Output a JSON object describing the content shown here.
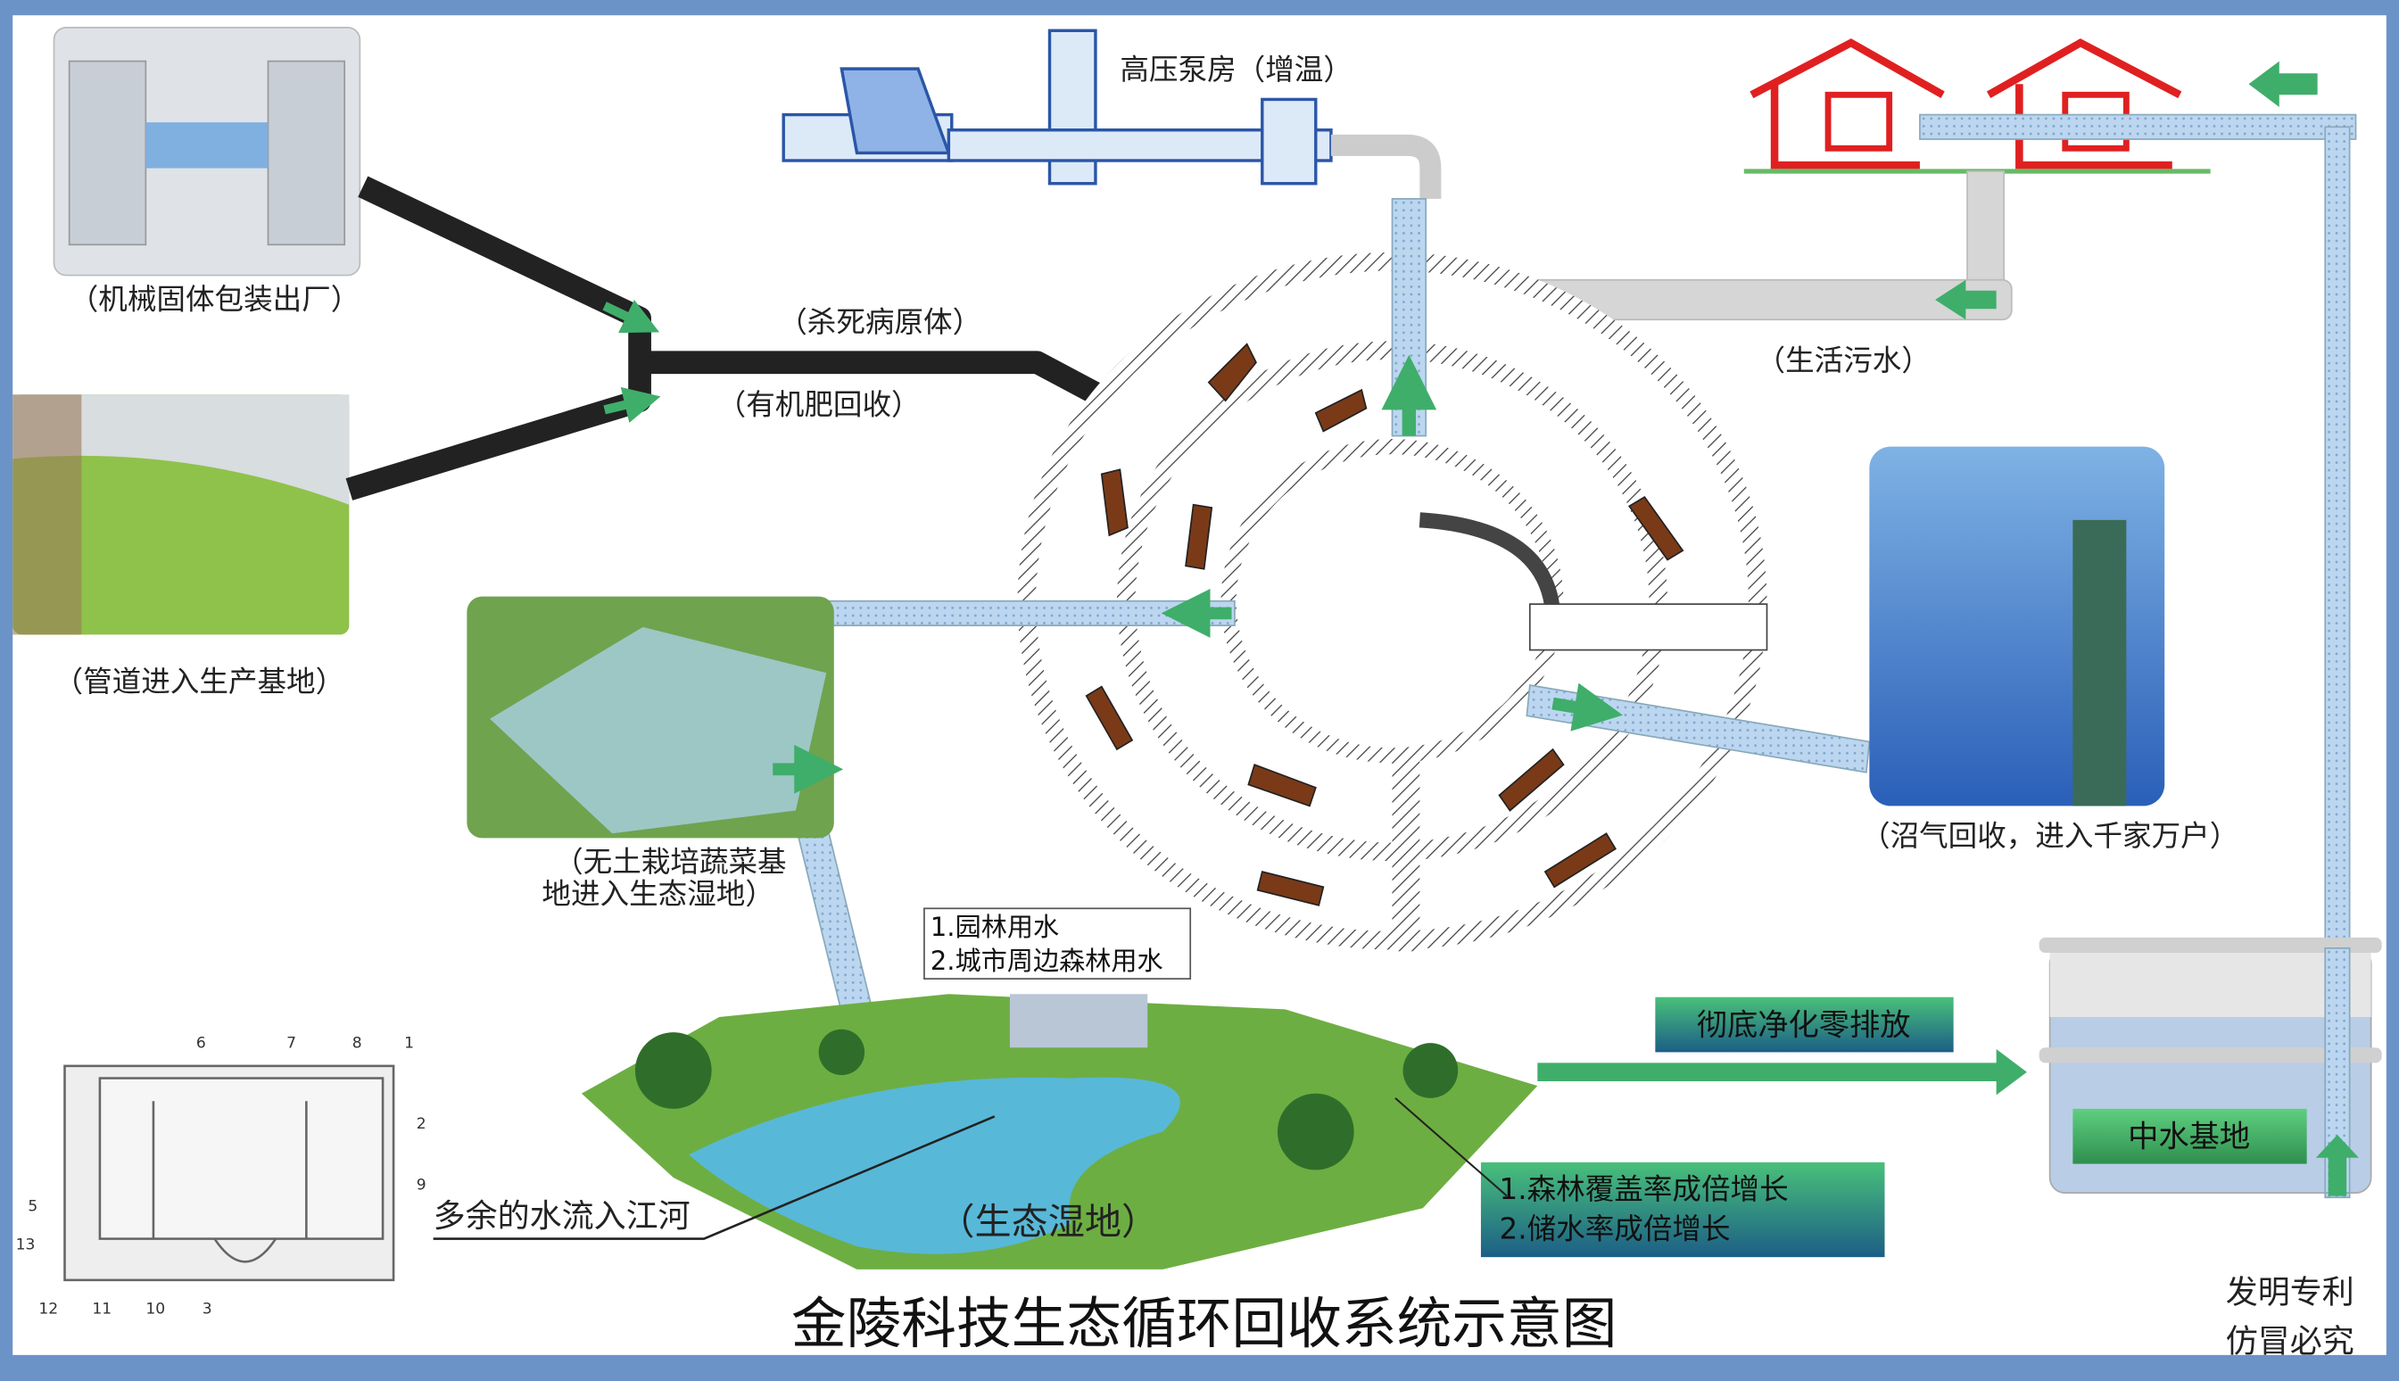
{
  "title": "金陵科技生态循环回收系统示意图",
  "watermark": [
    "发明专利",
    "仿冒必究"
  ],
  "labels": {
    "packaging": "（机械固体包装出厂）",
    "greenhouse": "（管道进入生产基地）",
    "kill_pathogen": "（杀死病原体）",
    "organic_fertilizer": "（有机肥回收）",
    "pump_house": "高压泵房（增温）",
    "domestic_sewage": "（生活污水）",
    "soilless_line1": "（无土栽培蔬菜基",
    "soilless_line2": "地进入生态湿地）",
    "biogas": "（沼气回收，进入千家万户）",
    "wetland": "（生态湿地）",
    "excess_water": "多余的水流入江河"
  },
  "uses_box": [
    "1.园林用水",
    "2.城市周边森林用水"
  ],
  "zero_discharge": "彻底净化零排放",
  "growth_box": [
    "1.森林覆盖率成倍增长",
    "2.储水率成倍增长"
  ],
  "reclaimed_water": "中水基地",
  "diagram_numbers": [
    "1",
    "2",
    "3",
    "5",
    "6",
    "7",
    "8",
    "9",
    "10",
    "11",
    "12",
    "13"
  ],
  "colors": {
    "frame": "#6b93c8",
    "arrow_green": "#3fae6a",
    "teal": "#1f6f8b",
    "pipe_blue": "#b8d3ee",
    "house_red": "#e02020"
  }
}
